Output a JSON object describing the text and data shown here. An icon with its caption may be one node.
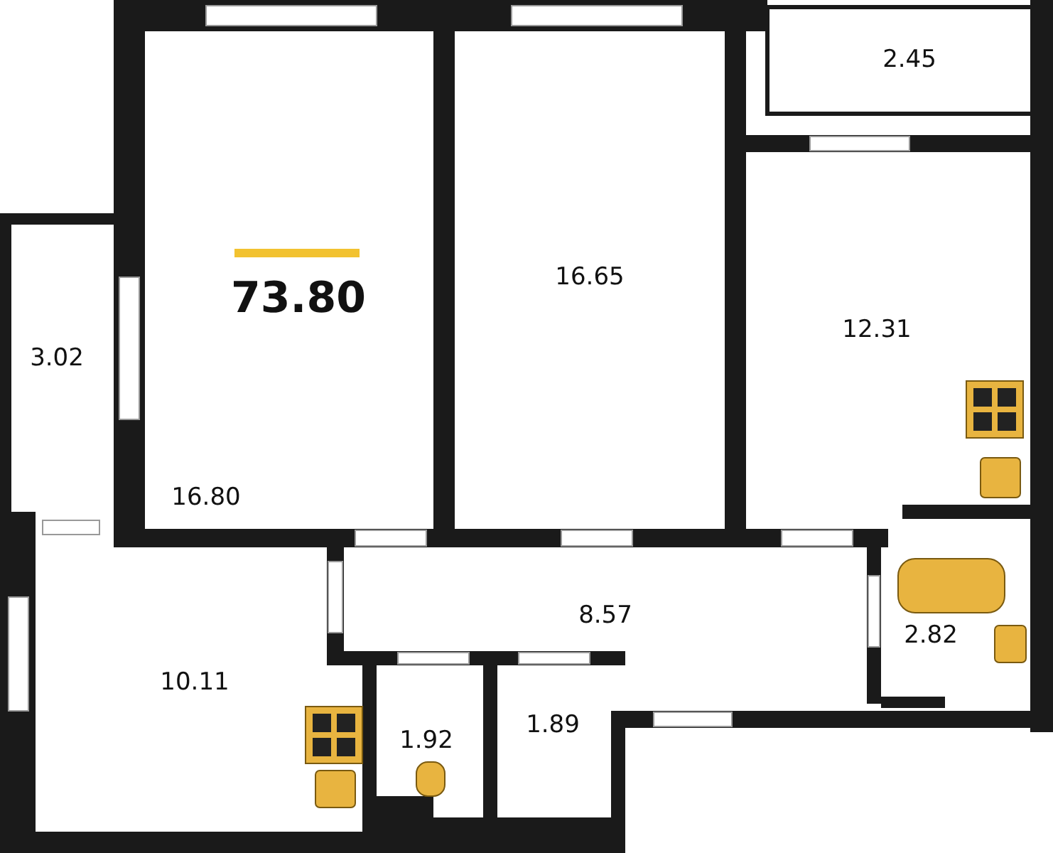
{
  "diagram": {
    "labels": [
      "2.45",
      "73.80",
      "16.65",
      "12.31",
      "3.02",
      "16.80",
      "8.57",
      "2.82",
      "10.11",
      "1.92",
      "1.89"
    ]
  }
}
